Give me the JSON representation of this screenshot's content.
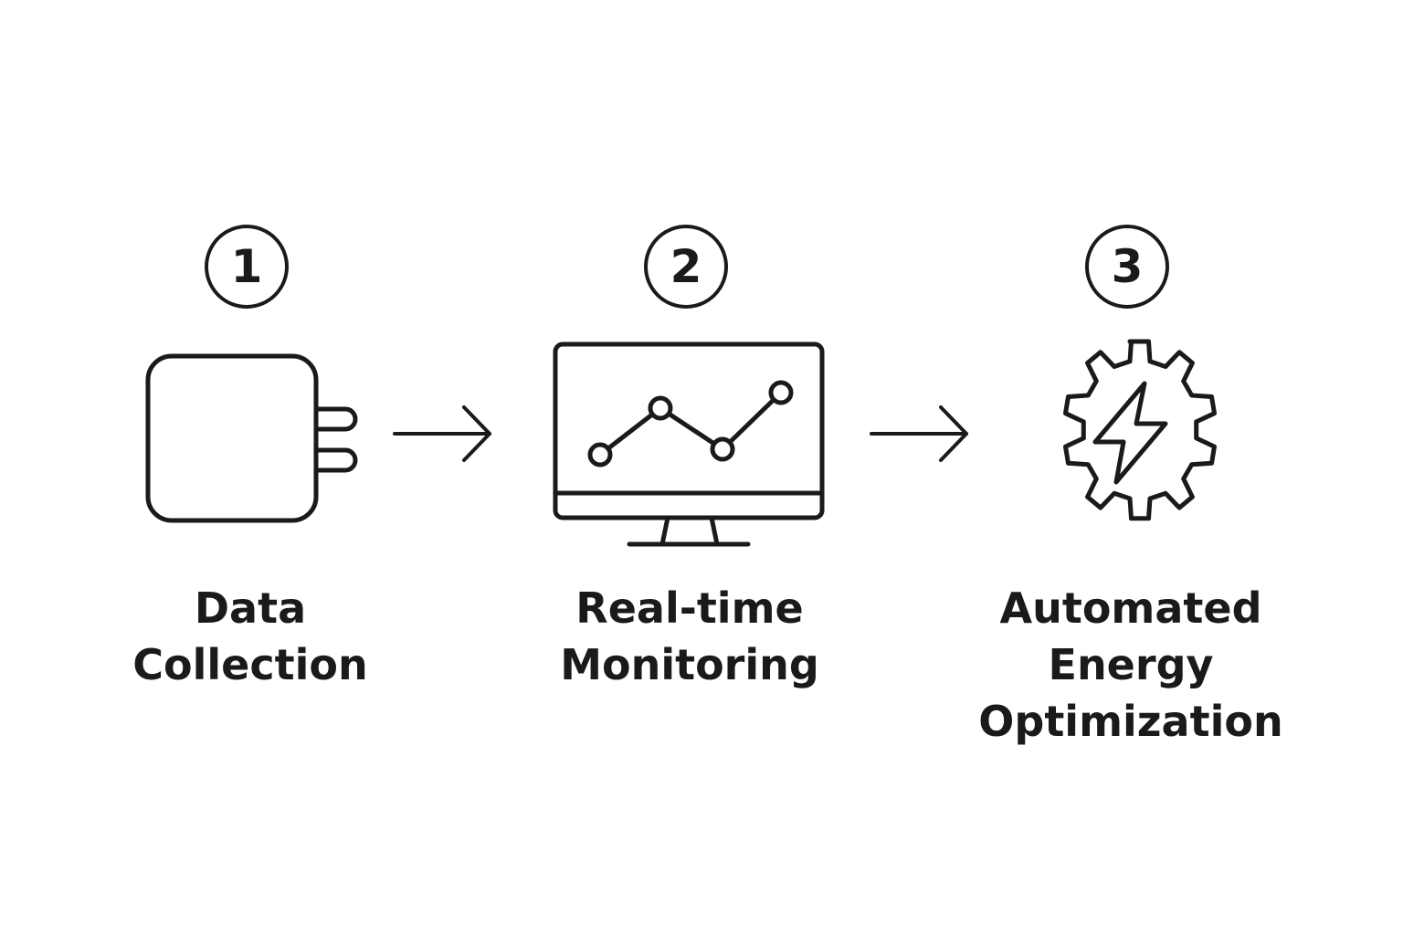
{
  "steps": [
    {
      "number": "1",
      "label_lines": [
        "Data",
        "Collection"
      ],
      "icon": "plug-icon"
    },
    {
      "number": "2",
      "label_lines": [
        "Real-time",
        "Monitoring"
      ],
      "icon": "monitor-chart-icon"
    },
    {
      "number": "3",
      "label_lines": [
        "Automated",
        "Energy",
        "Optimization"
      ],
      "icon": "gear-lightning-icon"
    }
  ],
  "colors": {
    "stroke": "#1a1a1a",
    "background": "#ffffff"
  }
}
